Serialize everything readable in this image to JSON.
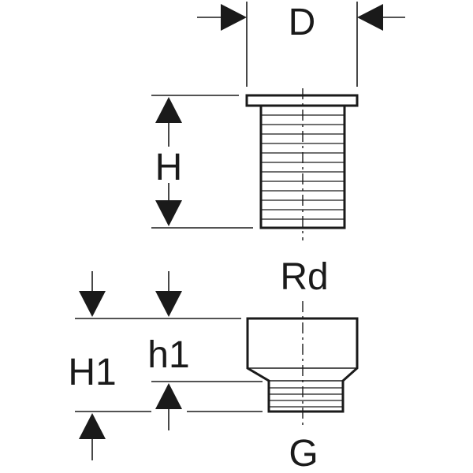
{
  "labels": {
    "D": "D",
    "H": "H",
    "Rd": "Rd",
    "H1": "H1",
    "h1": "h1",
    "G": "G"
  },
  "colors": {
    "line": "#1a1a1a",
    "background": "#ffffff"
  }
}
